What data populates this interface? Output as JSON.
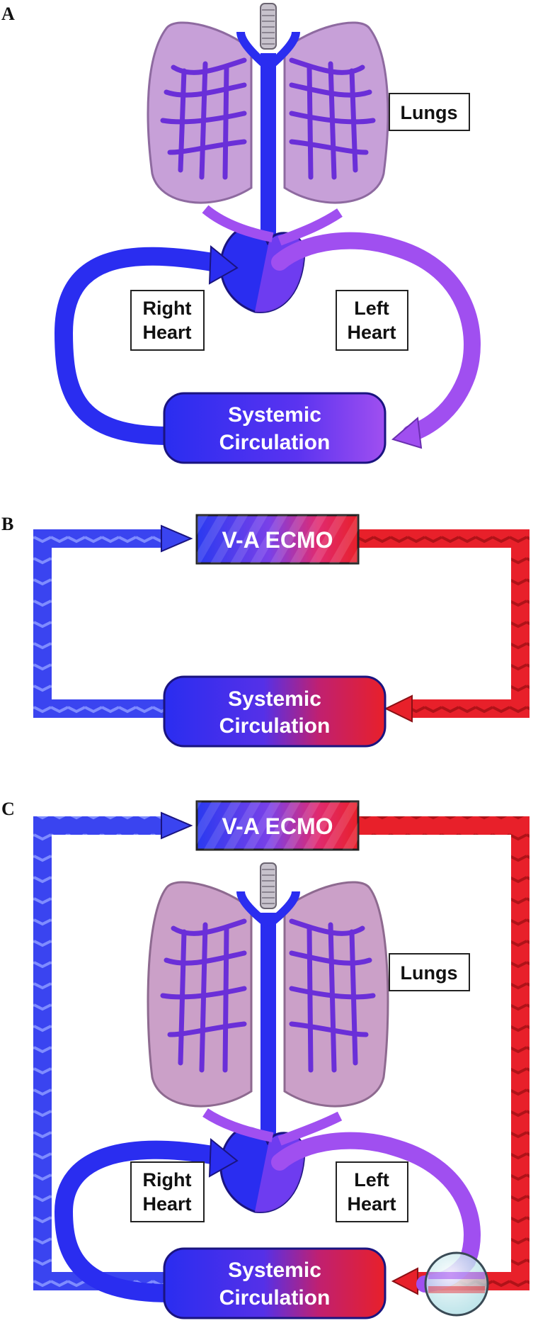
{
  "panels": {
    "a": {
      "letter": "A",
      "lungs_label": "Lungs",
      "right_heart": [
        "Right",
        "Heart"
      ],
      "left_heart": [
        "Left",
        "Heart"
      ],
      "systemic": [
        "Systemic",
        "Circulation"
      ]
    },
    "b": {
      "letter": "B",
      "ecmo_label": "V-A ECMO",
      "systemic": [
        "Systemic",
        "Circulation"
      ]
    },
    "c": {
      "letter": "C",
      "ecmo_label": "V-A ECMO",
      "lungs_label": "Lungs",
      "right_heart": [
        "Right",
        "Heart"
      ],
      "left_heart": [
        "Left",
        "Heart"
      ],
      "systemic": [
        "Systemic",
        "Circulation"
      ]
    }
  },
  "colors": {
    "venous_blue": "#2a2df0",
    "arterial_red": "#e8202a",
    "mixed_purple": "#9a3ff0",
    "lung_tissue": "#c7a0d8",
    "lung_vessel": "#7a3ee0"
  }
}
